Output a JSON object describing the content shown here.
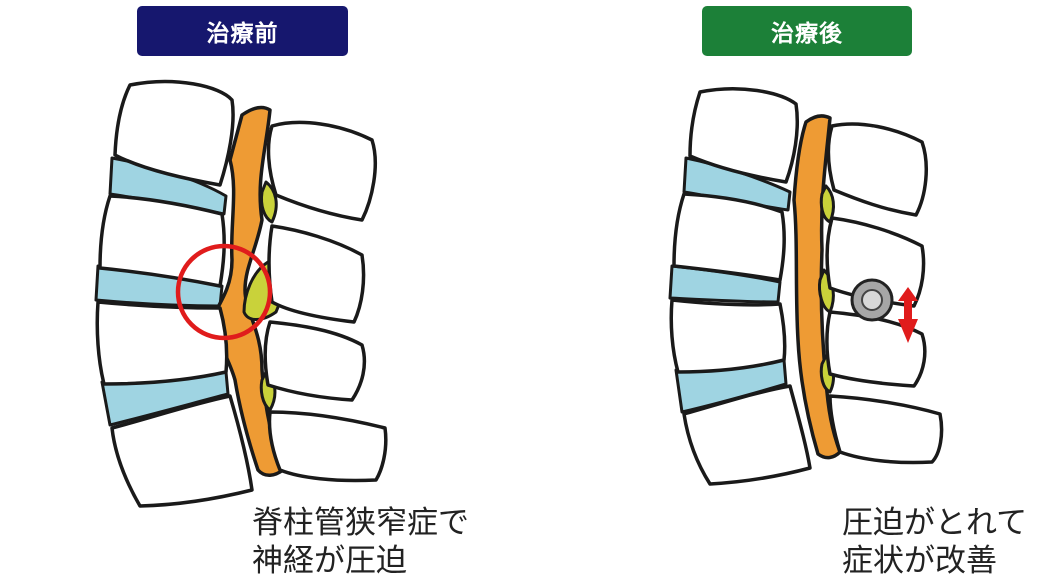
{
  "panels": {
    "before": {
      "label": "治療前",
      "caption_line1": "脊柱管狭窄症で",
      "caption_line2": "神経が圧迫"
    },
    "after": {
      "label": "治療後",
      "caption_line1": "圧迫がとれて",
      "caption_line2": "症状が改善"
    }
  },
  "colors": {
    "before_badge": "#16176e",
    "after_badge": "#1c8038",
    "disc": "#9fd4e2",
    "spinal_cord": "#ee9b34",
    "ligament": "#c9d23a",
    "highlight_circle": "#e01c1c",
    "arrow": "#e01c1c"
  },
  "icons": {
    "compression_marker": "red-circle",
    "implant": "gray-spacer-icon",
    "distraction_arrow": "double-arrow-icon"
  }
}
